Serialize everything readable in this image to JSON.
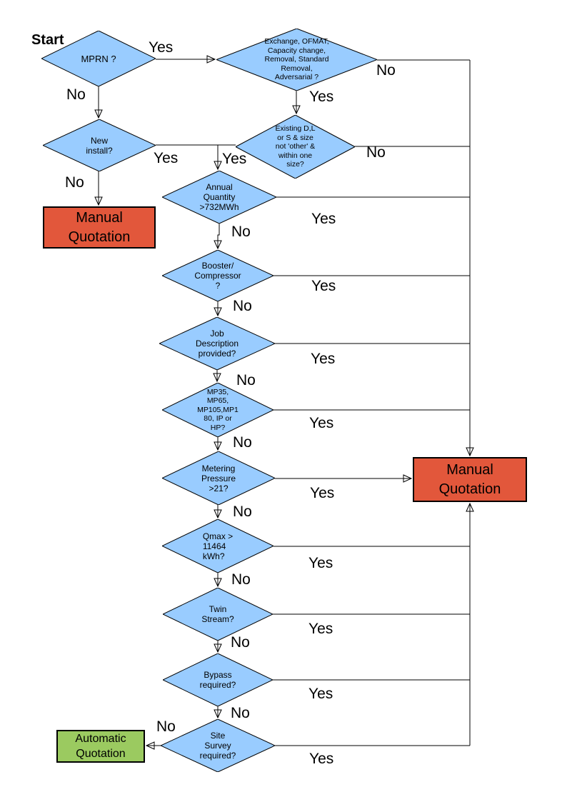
{
  "colors": {
    "decision_fill": "#99CCFF",
    "manual_fill": "#E2573B",
    "auto_fill": "#9BCA60",
    "line": "#000000",
    "page_background": "#FFFFFF"
  },
  "labels": {
    "start": "Start"
  },
  "nodes": {
    "mprn": "MPRN ?",
    "exchange": "Exchange, OFMAT,\nCapacity change,\nRemoval, Standard\nRemoval,\nAdversarial ?",
    "new_install": "New\ninstall?",
    "existing": "Existing D,L\nor S & size\nnot 'other' &\nwithin one\nsize?",
    "annual_quantity": "Annual\nQuantity\n>732MWh",
    "booster": "Booster/\nCompressor\n?",
    "job_description": "Job\nDescription\nprovided?",
    "mp_tier": "MP35,\nMP65,\nMP105,MP1\n80, IP or\nHP?",
    "metering_pressure": "Metering\nPressure\n>21?",
    "qmax": "Qmax >\n11464\nkWh?",
    "twin_stream": "Twin\nStream?",
    "bypass": "Bypass\nrequired?",
    "site_survey": "Site\nSurvey\nrequired?",
    "manual_quotation_left": "Manual\nQuotation",
    "manual_quotation_right": "Manual\nQuotation",
    "automatic_quotation": "Automatic\nQuotation"
  },
  "edges": {
    "mprn_yes": "Yes",
    "mprn_no": "No",
    "exchange_yes": "Yes",
    "exchange_no": "No",
    "new_install_yes": "Yes",
    "new_install_no": "No",
    "existing_yes": "Yes",
    "existing_no": "No",
    "annual_yes": "Yes",
    "annual_no": "No",
    "booster_yes": "Yes",
    "booster_no": "No",
    "job_yes": "Yes",
    "job_no": "No",
    "mp_yes": "Yes",
    "mp_no": "No",
    "metering_yes": "Yes",
    "metering_no": "No",
    "qmax_yes": "Yes",
    "qmax_no": "No",
    "twin_yes": "Yes",
    "twin_no": "No",
    "bypass_yes": "Yes",
    "bypass_no": "No",
    "site_yes": "Yes",
    "site_no": "No"
  }
}
